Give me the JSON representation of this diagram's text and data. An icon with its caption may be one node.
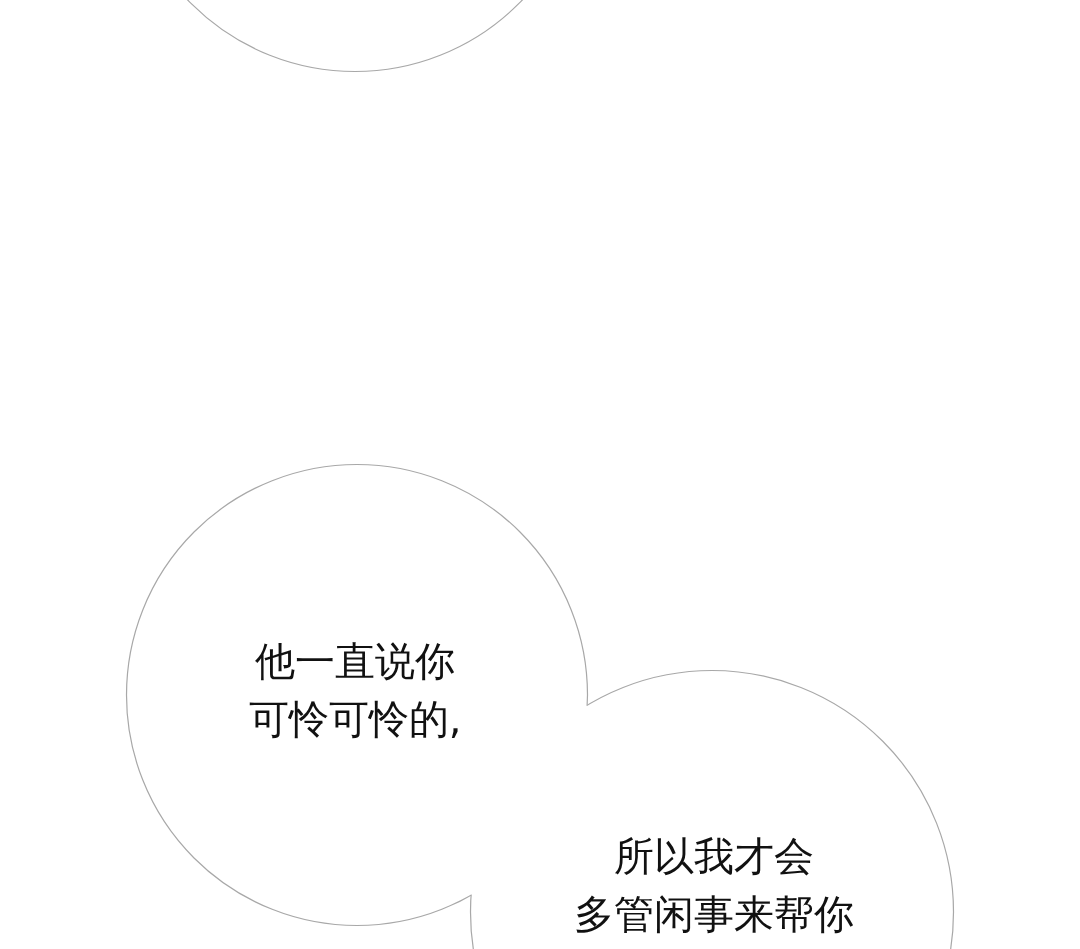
{
  "diagram": {
    "nodes": [
      {
        "text": [],
        "shape": "circle"
      },
      {
        "text": [
          "他一直说你可怜可怜的,"
        ]
      },
      {
        "text": [
          "所以我才会多管闲事来帮你"
        ]
      }
    ]
  }
}
